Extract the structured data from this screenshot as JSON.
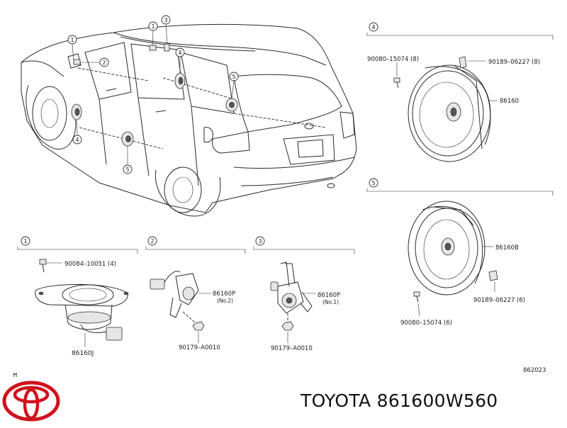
{
  "callouts": [
    "1",
    "2",
    "3",
    "4",
    "5"
  ],
  "car_callouts": {
    "c1": "1",
    "c2": "2",
    "c3": "3",
    "c4a": "4",
    "c4b": "4",
    "c5a": "5",
    "c5b": "5"
  },
  "sections": {
    "s1": {
      "index": "1",
      "parts": {
        "bolt": "90084–10051 (4)",
        "speaker": "86160J"
      }
    },
    "s2": {
      "index": "2",
      "parts": {
        "tweeter": "86160P",
        "tweeter_note": "(No.2)",
        "nut": "90179–A0010"
      }
    },
    "s3": {
      "index": "3",
      "parts": {
        "tweeter": "86160P",
        "tweeter_note": "(No.1)",
        "nut": "90179–A0010"
      }
    },
    "s4": {
      "index": "4",
      "parts": {
        "screw": "90080–15074 (8)",
        "clip": "90189–06227 (8)",
        "speaker": "86160"
      }
    },
    "s5": {
      "index": "5",
      "parts": {
        "speaker": "86160B",
        "clip": "90189–06227 (6)",
        "screw": "90080–15074 (6)"
      }
    }
  },
  "small_mark": "Ħ",
  "diagram_code": "862023",
  "brand_text": "TOYOTA 861600W560",
  "colors": {
    "line": "#2a2a2a",
    "logo": "#d0121b",
    "bg": "#ffffff"
  }
}
